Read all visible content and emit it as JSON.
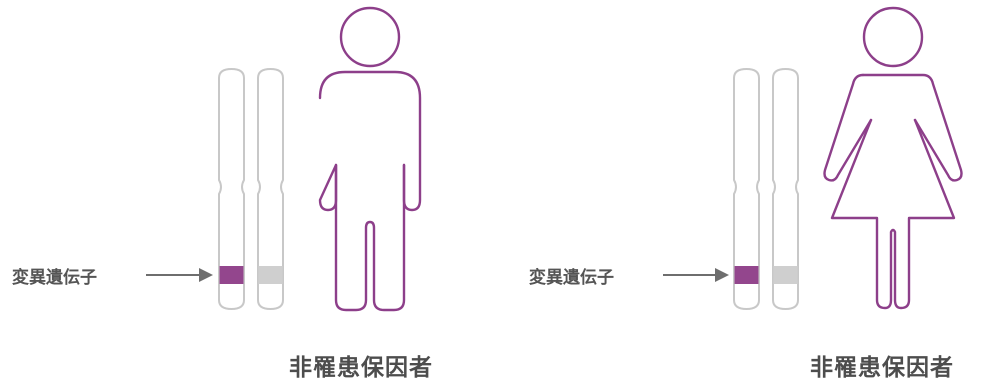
{
  "colors": {
    "outline_gray": "#c8c8c8",
    "variant_purple": "#93468d",
    "normal_band_gray": "#cfcfcf",
    "figure_purple": "#8d3f8a",
    "arrow_gray": "#6e6e6e",
    "text_gray": "#555555"
  },
  "icons": {
    "male": "male-figure-icon",
    "female": "female-figure-icon",
    "chromosome": "chromosome-icon"
  },
  "panels": [
    {
      "arrow_label": "変異遺伝子",
      "caption": "非罹患保因者",
      "figure": "male"
    },
    {
      "arrow_label": "変異遺伝子",
      "caption": "非罹患保因者",
      "figure": "female"
    }
  ]
}
